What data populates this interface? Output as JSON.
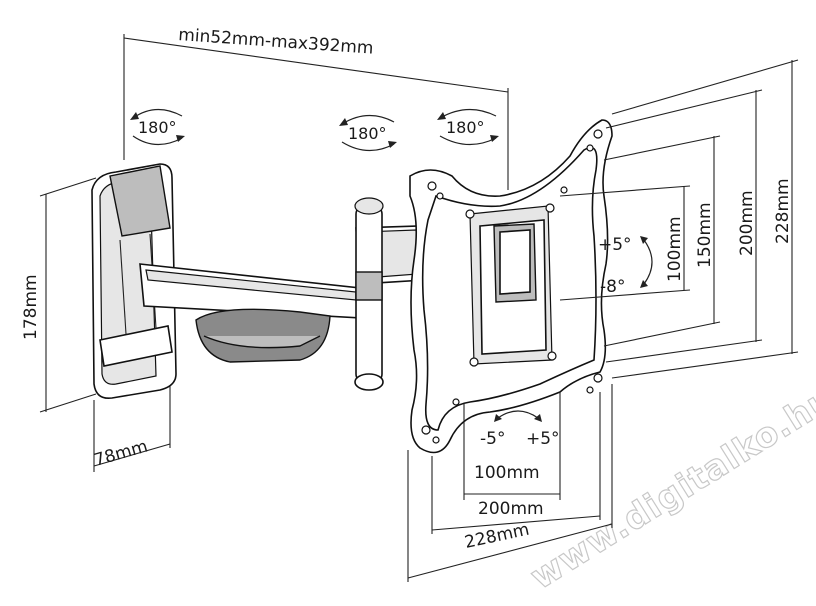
{
  "dimensions": {
    "arm_extension": "min52mm-max392mm",
    "wall_height": "178mm",
    "wall_width": "78mm",
    "vesa_v_100": "100mm",
    "vesa_v_150": "150mm",
    "vesa_v_200": "200mm",
    "vesa_v_228": "228mm",
    "vesa_h_100": "100mm",
    "vesa_h_200": "200mm",
    "vesa_h_228": "228mm"
  },
  "rotation": {
    "swivel_wall": "180°",
    "swivel_elbow": "180°",
    "swivel_head": "180°",
    "tilt_up": "+5°",
    "tilt_down": "-8°",
    "level_minus": "-5°",
    "level_plus": "+5°"
  },
  "watermark": "www.digitalko.hu"
}
